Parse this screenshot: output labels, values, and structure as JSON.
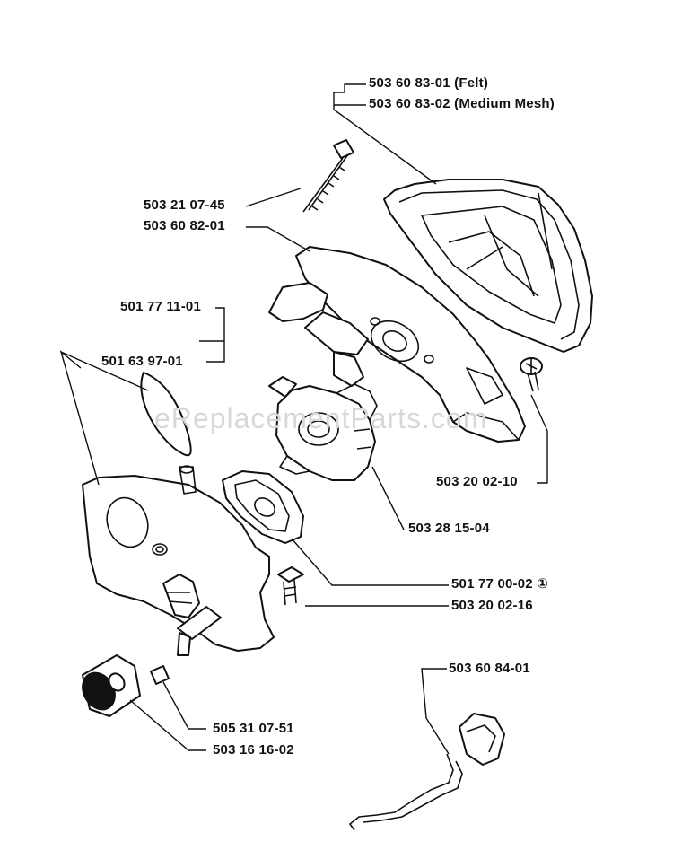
{
  "watermark": "eReplacementParts.com",
  "labels": {
    "filter_felt": "503 60 83-01 (Felt)",
    "filter_mesh": "503 60 83-02 (Medium Mesh)",
    "screw_long": "503 21 07-45",
    "adapter_plate": "503 60 82-01",
    "cover_kit": "501 77 11-01",
    "cover": "501 63 97-01",
    "screw_small": "503 20 02-10",
    "carburetor": "503 28 15-04",
    "gasket": "501 77 00-02",
    "gasket_marker": "①",
    "screw_cover": "503 20 02-16",
    "throttle_link": "503 60 84-01",
    "pin": "505 31 07-51",
    "knob": "503 16 16-02"
  }
}
